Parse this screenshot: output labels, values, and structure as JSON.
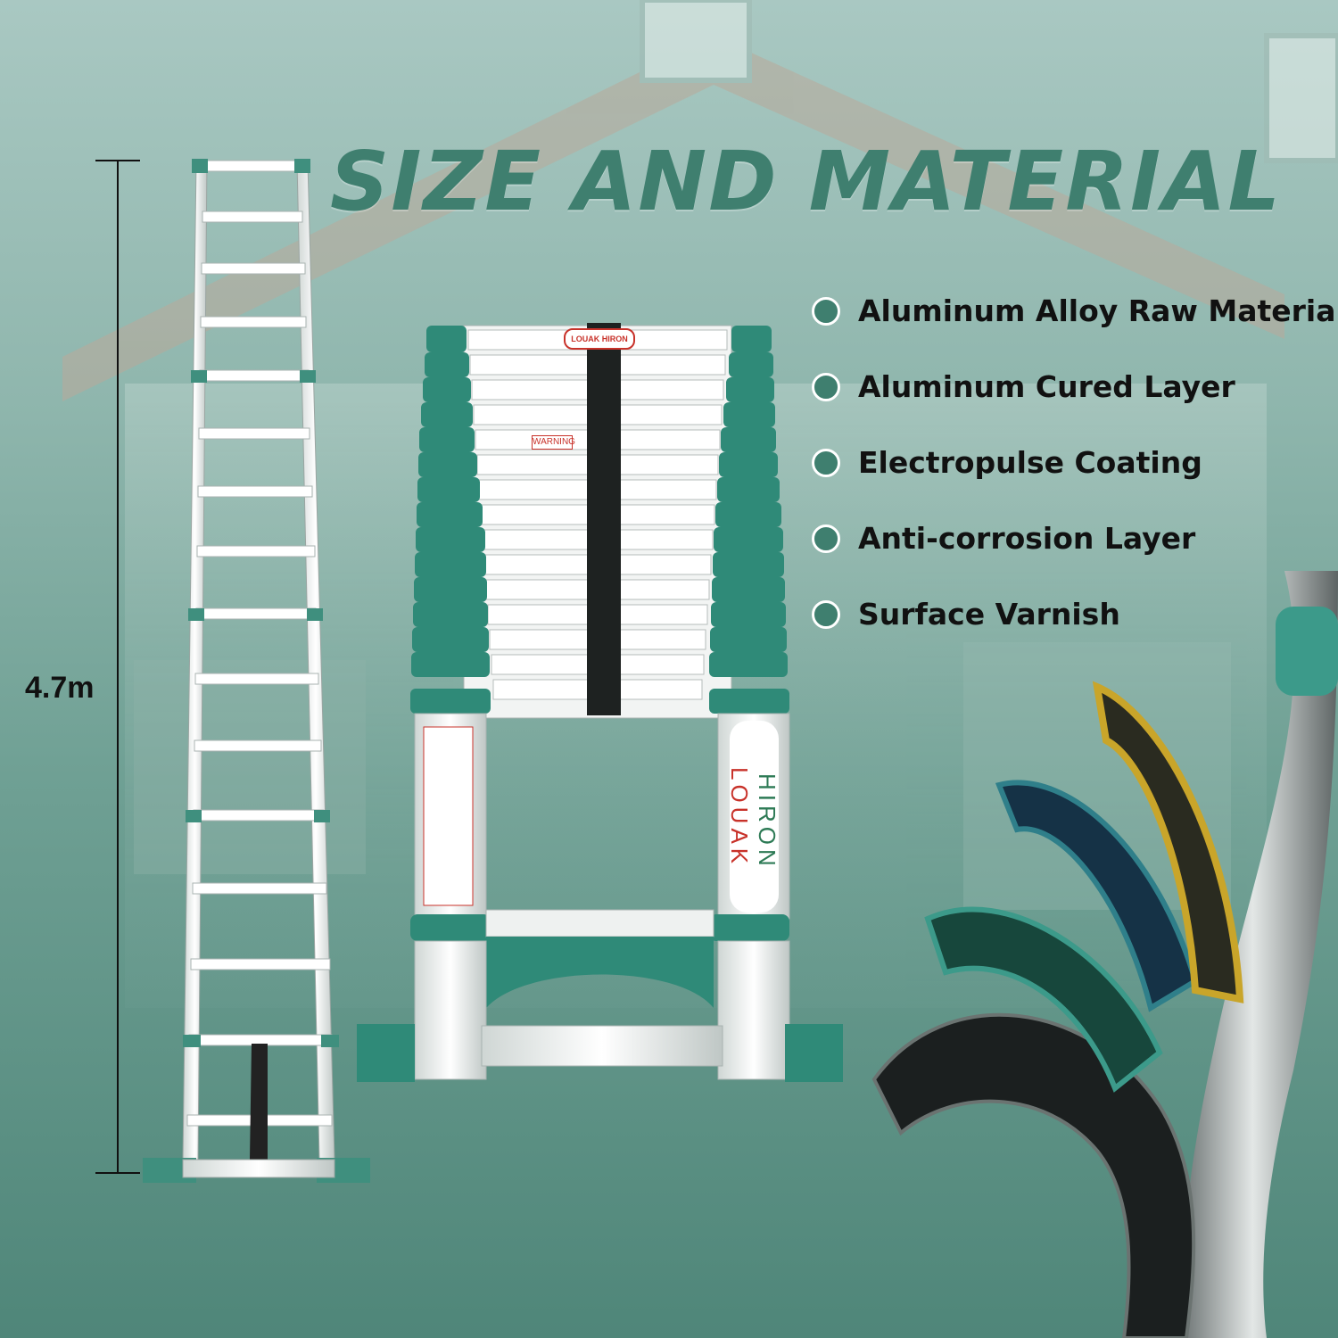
{
  "title": "SIZE AND MATERIAL",
  "height_measure": "4.7m",
  "features": [
    {
      "label": "Aluminum Alloy Raw Material"
    },
    {
      "label": "Aluminum Cured Layer"
    },
    {
      "label": "Electropulse Coating"
    },
    {
      "label": "Anti-corrosion Layer"
    },
    {
      "label": "Surface Varnish"
    }
  ],
  "brand": {
    "part1": "LOUAK",
    "part2": "HIRON"
  },
  "product_labels": {
    "logo": "LOUAK HIRON",
    "warning": "WARNING"
  },
  "colors": {
    "brand_teal": "#3f7f6f",
    "accent_red": "#c8322a",
    "accent_green": "#2d7a55",
    "text": "#111111"
  },
  "icons": [
    "ladder-extended-image",
    "ladder-collapsed-image",
    "coating-layers-image"
  ]
}
